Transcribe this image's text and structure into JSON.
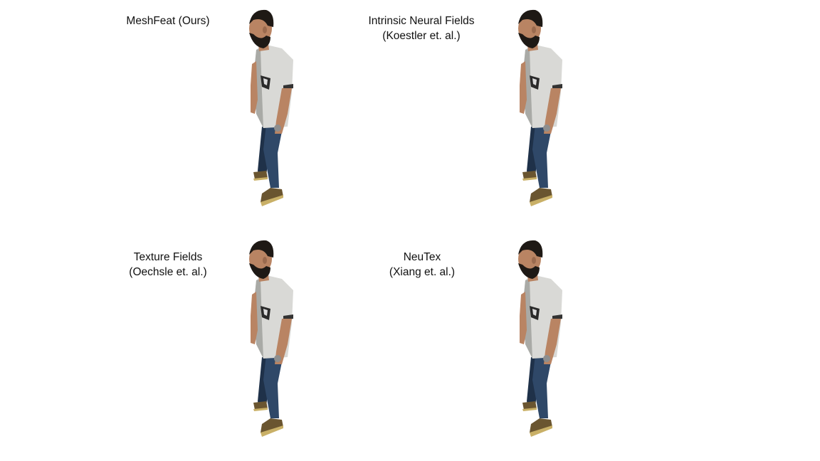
{
  "panels": [
    {
      "title": "MeshFeat (Ours)",
      "subtitle": ""
    },
    {
      "title": "Intrinsic Neural Fields",
      "subtitle": "(Koestler et. al.)"
    },
    {
      "title": "Texture Fields",
      "subtitle": "(Oechsle et. al.)"
    },
    {
      "title": "NeuTex",
      "subtitle": "(Xiang et. al.)"
    }
  ],
  "figure_colors": {
    "skin": "#b98463",
    "hair": "#1e1915",
    "shirt": "#d9d9d6",
    "shirt_shadow": "#a9aaa6",
    "jeans": "#2f4868",
    "jeans_shadow": "#1f3149",
    "shoe": "#6a5530",
    "shoe_sole": "#c9b067"
  }
}
